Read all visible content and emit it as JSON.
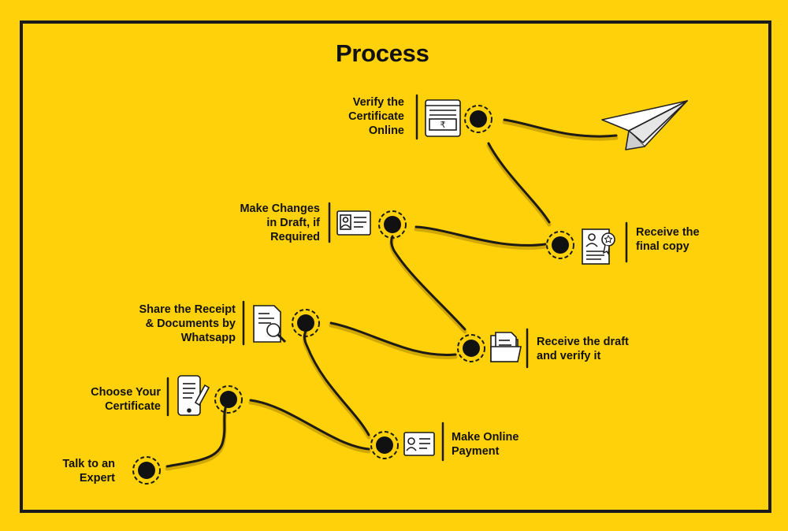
{
  "title": "Process",
  "steps": [
    {
      "label": "Talk to an\nExpert"
    },
    {
      "label": "Choose Your\nCertificate"
    },
    {
      "label": "Make Online\nPayment"
    },
    {
      "label": "Share the Receipt\n& Documents by\nWhatsapp"
    },
    {
      "label": "Receive the draft\nand verify it"
    },
    {
      "label": "Make Changes\nin Draft, if\nRequired"
    },
    {
      "label": "Receive the\nfinal copy"
    },
    {
      "label": "Verify the\nCertificate\nOnline"
    }
  ],
  "icons": {
    "step1": "certificate-form-pen-icon",
    "step2": "id-card-icon",
    "step3": "document-search-icon",
    "step4": "folder-document-icon",
    "step5": "profile-card-icon",
    "step6": "certificate-award-icon",
    "step7": "receipt-rupee-icon",
    "end": "paper-plane-icon"
  },
  "colors": {
    "background": "#ffd10a",
    "ink": "#1b1b1b",
    "path_shadow": "#c9a000"
  }
}
